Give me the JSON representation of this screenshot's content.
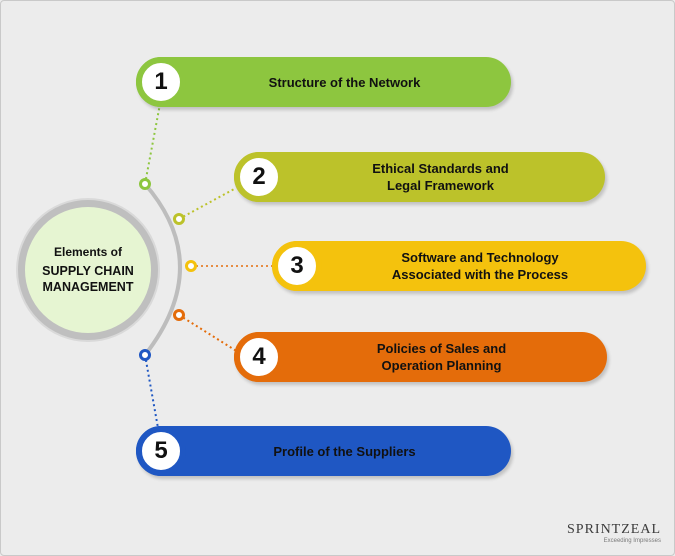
{
  "center": {
    "subtitle": "Elements of",
    "title": "SUPPLY CHAIN\nMANAGEMENT"
  },
  "elements": [
    {
      "number": "1",
      "label": "Structure of the Network",
      "color": "#8dc63f",
      "badge_border": "#8dc63f"
    },
    {
      "number": "2",
      "label": "Ethical Standards and\nLegal Framework",
      "color": "#bcc22a",
      "badge_border": "#bcc22a"
    },
    {
      "number": "3",
      "label": "Software and Technology\nAssociated with the Process",
      "color": "#f4c20d",
      "badge_border": "#f4c20d"
    },
    {
      "number": "4",
      "label": "Policies of Sales and\nOperation Planning",
      "color": "#e46c0a",
      "badge_border": "#e46c0a"
    },
    {
      "number": "5",
      "label": "Profile of the Suppliers",
      "color": "#1f57c3",
      "badge_border": "#1f57c3"
    }
  ],
  "logo": {
    "name": "SPRINTZEAL",
    "tagline": "Exceeding Impresses"
  }
}
